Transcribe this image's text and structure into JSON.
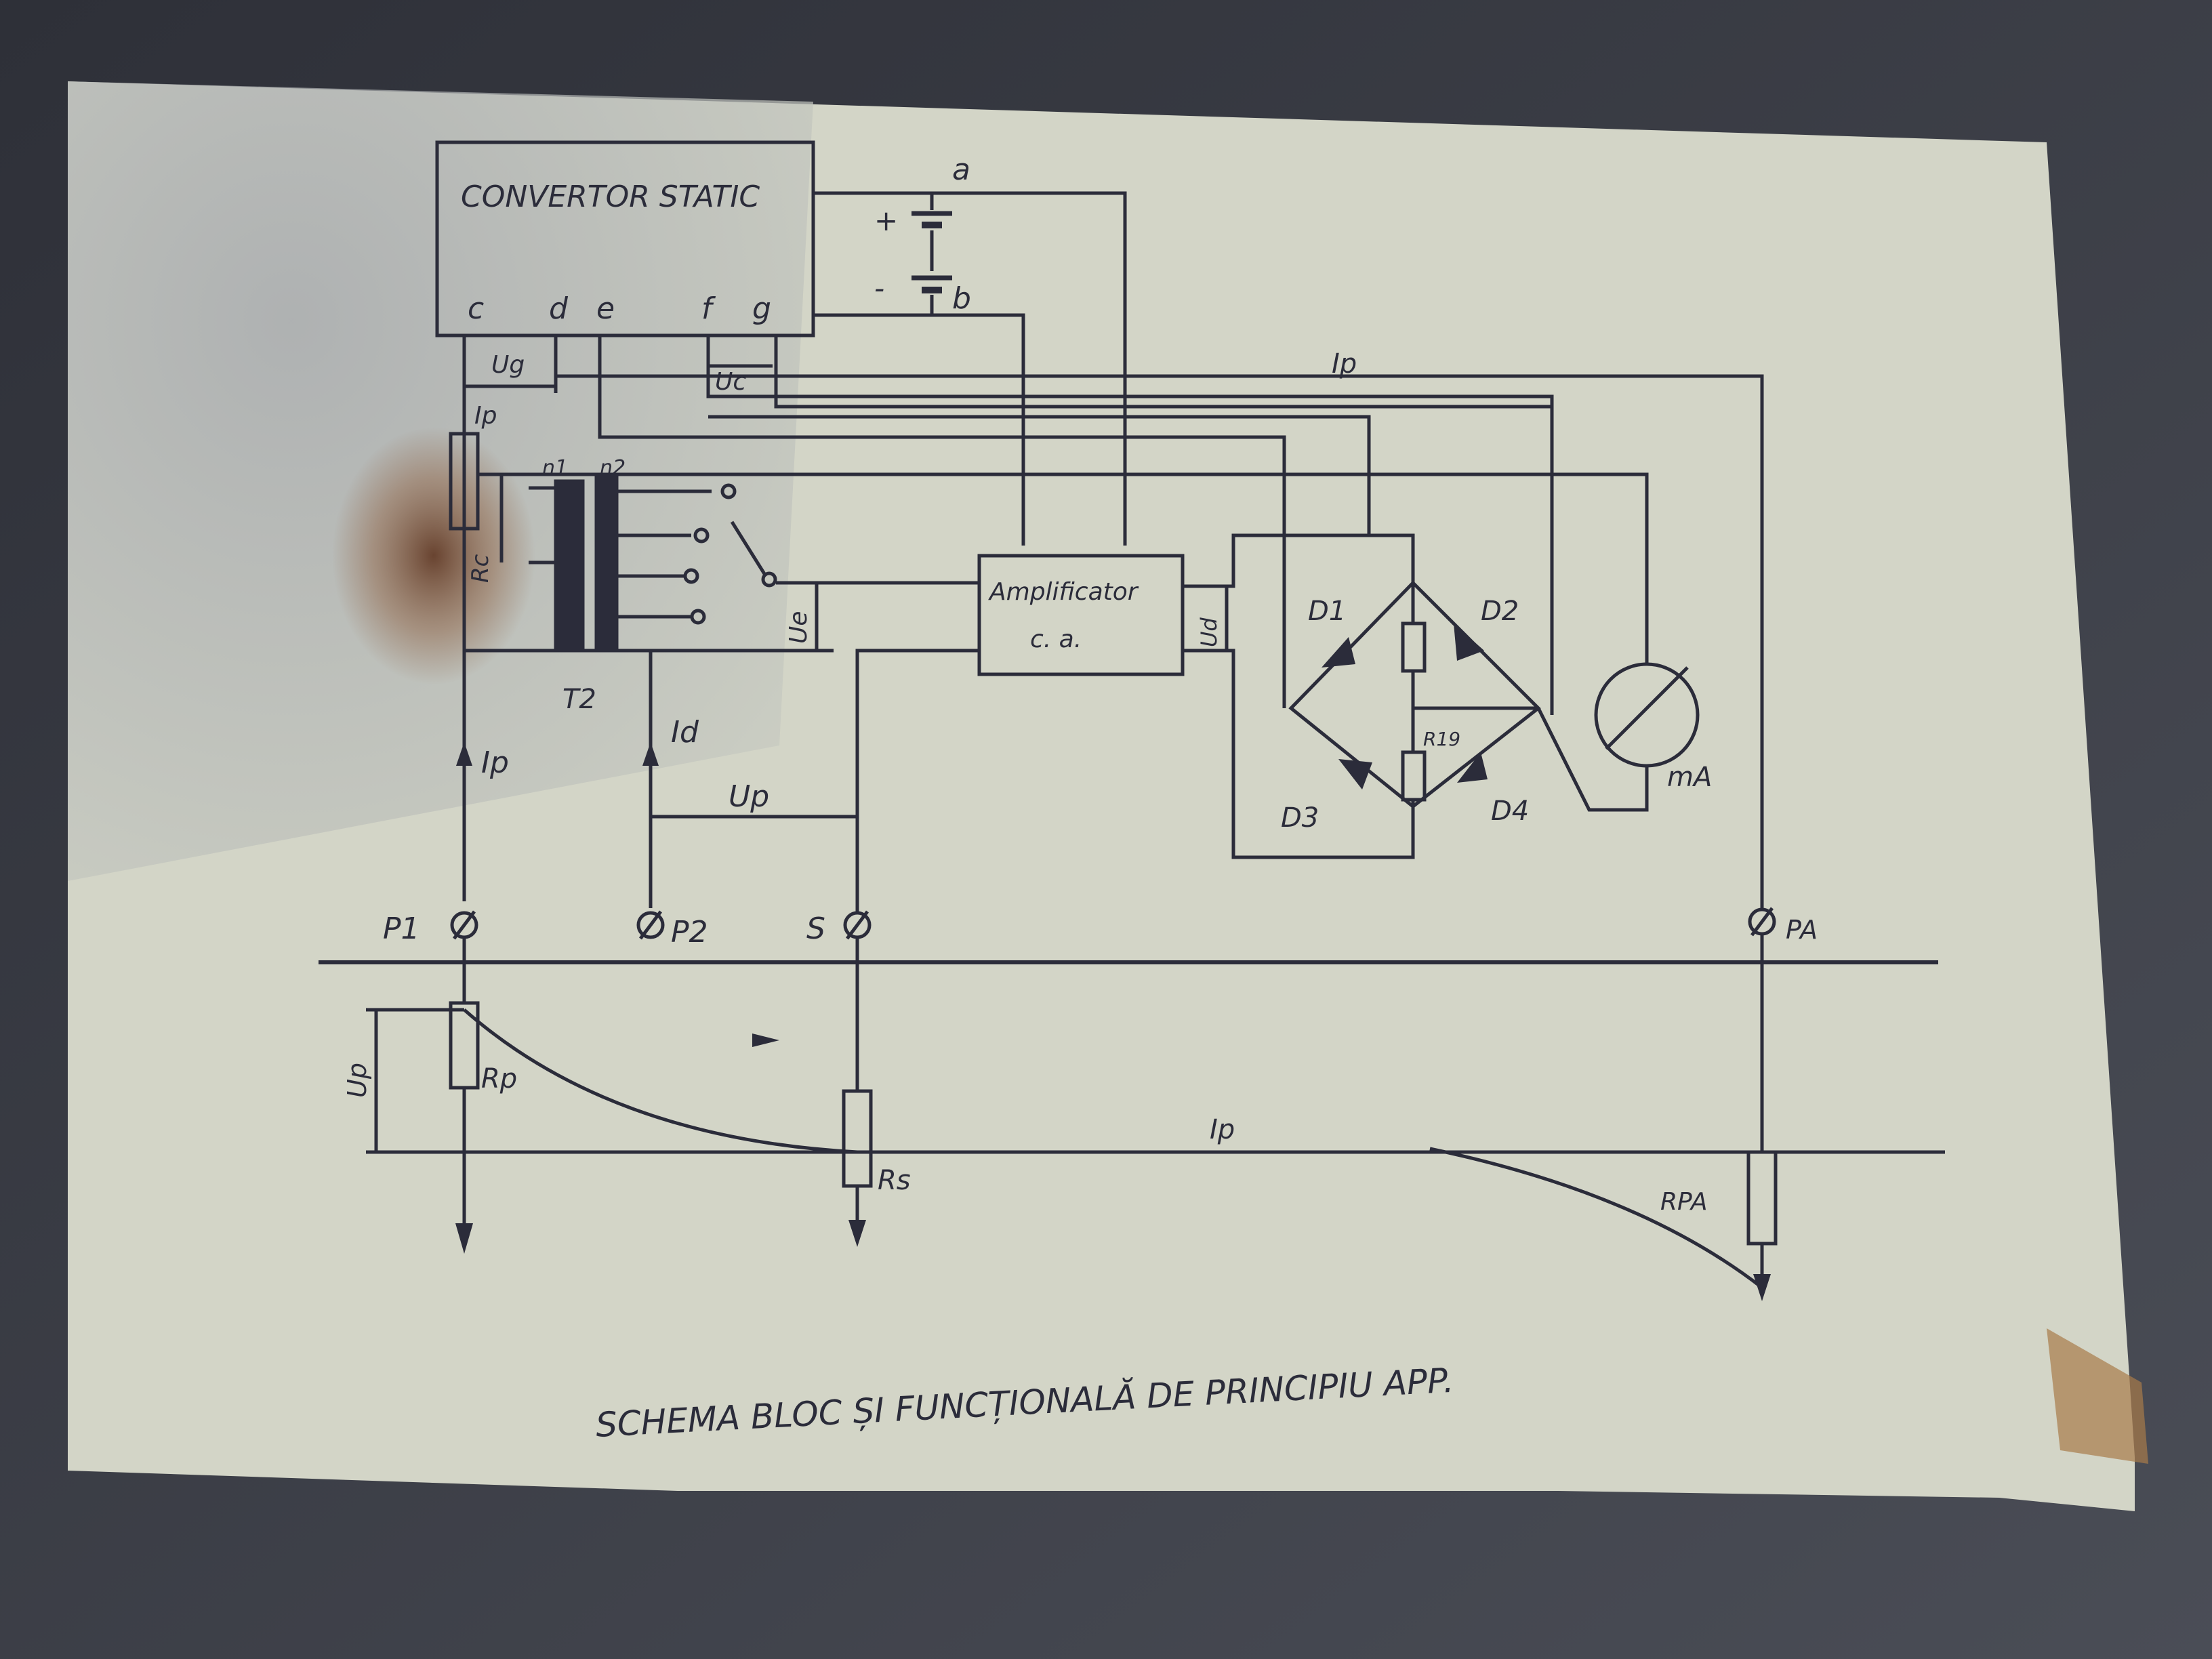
{
  "caption": "SCHEMA BLOC ȘI FUNCȚIONALĂ DE PRINCIPIU APP.",
  "blocks": {
    "converter": "CONVERTOR STATIC",
    "converter_terminals": [
      "c",
      "d",
      "e",
      "f",
      "g"
    ],
    "amplifier_line1": "Amplificator",
    "amplifier_line2": "c. a."
  },
  "battery": {
    "plus": "+",
    "minus": "-",
    "node_a": "a",
    "node_b": "b"
  },
  "labels": {
    "ug": "Ug",
    "uc": "Uc",
    "ip": "Ip",
    "rc": "Rc",
    "n1": "n1",
    "n2": "n2",
    "t2": "T2",
    "ue": "Ue",
    "ud": "Ud",
    "id": "Id",
    "up": "Up",
    "d1": "D1",
    "d2": "D2",
    "d3": "D3",
    "d4": "D4",
    "r19": "R19",
    "ma": "mA",
    "p1": "P1",
    "p2": "P2",
    "s": "S",
    "pa": "PA",
    "rp": "Rp",
    "rs": "Rs",
    "rpa": "RPA"
  },
  "colors": {
    "ink": "#2b2c3a",
    "paper": "#d6d7c9",
    "stain": "#7a4a2a"
  }
}
